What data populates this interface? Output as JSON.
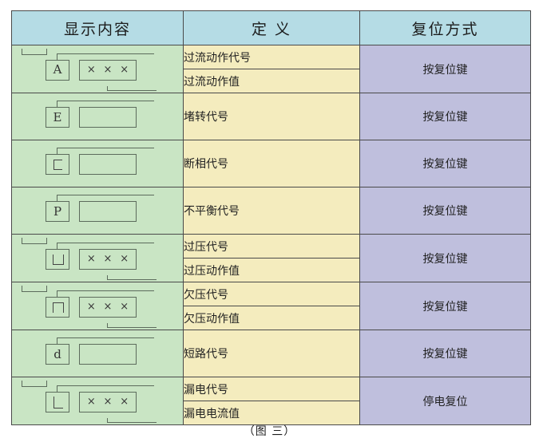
{
  "table": {
    "headers": [
      {
        "label": "显示内容",
        "name": "display-content"
      },
      {
        "label": "定  义",
        "name": "definition"
      },
      {
        "label": "复位方式",
        "name": "reset-method"
      }
    ],
    "rows": [
      {
        "icon": {
          "letter": "A",
          "shape": "letter",
          "value_box": "xxx",
          "marks": "× × ×"
        },
        "definitions": [
          "过流动作代号",
          "过流动作值"
        ],
        "reset": "按复位键"
      },
      {
        "icon": {
          "letter": "E",
          "shape": "letter",
          "value_box": "empty",
          "marks": ""
        },
        "definitions": [
          "堵转代号"
        ],
        "reset": "按复位键"
      },
      {
        "icon": {
          "letter": "C",
          "shape": "c-seg",
          "value_box": "empty",
          "marks": ""
        },
        "definitions": [
          "断相代号"
        ],
        "reset": "按复位键"
      },
      {
        "icon": {
          "letter": "P",
          "shape": "letter",
          "value_box": "empty",
          "marks": ""
        },
        "definitions": [
          "不平衡代号"
        ],
        "reset": "按复位键"
      },
      {
        "icon": {
          "letter": "U",
          "shape": "u-seg",
          "value_box": "xxx",
          "marks": "× × ×"
        },
        "definitions": [
          "过压代号",
          "过压动作值"
        ],
        "reset": "按复位键"
      },
      {
        "icon": {
          "letter": "N",
          "shape": "n-seg",
          "value_box": "xxx",
          "marks": "× × ×"
        },
        "definitions": [
          "欠压代号",
          "欠压动作值"
        ],
        "reset": "按复位键"
      },
      {
        "icon": {
          "letter": "d",
          "shape": "letter",
          "value_box": "empty",
          "marks": ""
        },
        "definitions": [
          "短路代号"
        ],
        "reset": "按复位键"
      },
      {
        "icon": {
          "letter": "L",
          "shape": "l-seg",
          "value_box": "xxx",
          "marks": "× × ×"
        },
        "definitions": [
          "漏电代号",
          "漏电电流值"
        ],
        "reset": "停电复位"
      }
    ]
  },
  "caption": "（图 三）",
  "colors": {
    "header_bg": "#b5dce5",
    "display_bg": "#c9e5c4",
    "definition_bg": "#f4ecbe",
    "reset_bg": "#bfbfdd",
    "border": "#4a4a4a",
    "page_bg": "#ffffff"
  }
}
